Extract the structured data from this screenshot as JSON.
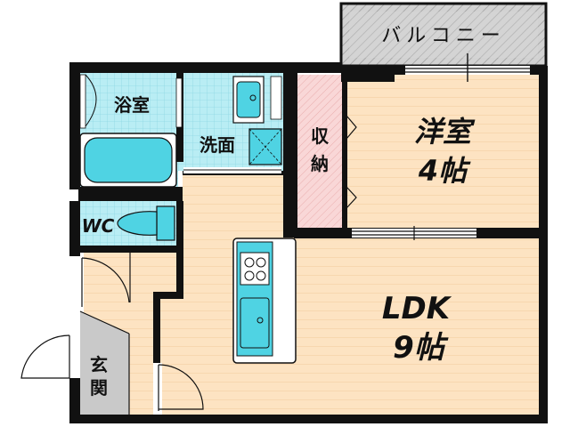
{
  "rooms": {
    "balcony": "バルコニー",
    "western_room": "洋室",
    "western_room_size": "4帖",
    "ldk": "LDK",
    "ldk_size": "9帖",
    "bathroom": "浴室",
    "washroom": "洗面",
    "storage_line1": "収",
    "storage_line2": "納",
    "toilet": "WC",
    "entrance_line1": "玄",
    "entrance_line2": "関"
  },
  "colors": {
    "floor": "#fde3c2",
    "wet_area": "#b3ebf2",
    "storage": "#f7d1d1",
    "balcony": "#cfcfcf",
    "entrance": "#c8c8c8",
    "wall": "#111111",
    "fixture": "#4fd3e3"
  },
  "icons": [
    "bathtub-icon",
    "toilet-icon",
    "sink-icon",
    "washing-machine-icon",
    "stove-icon",
    "kitchen-sink-icon"
  ]
}
